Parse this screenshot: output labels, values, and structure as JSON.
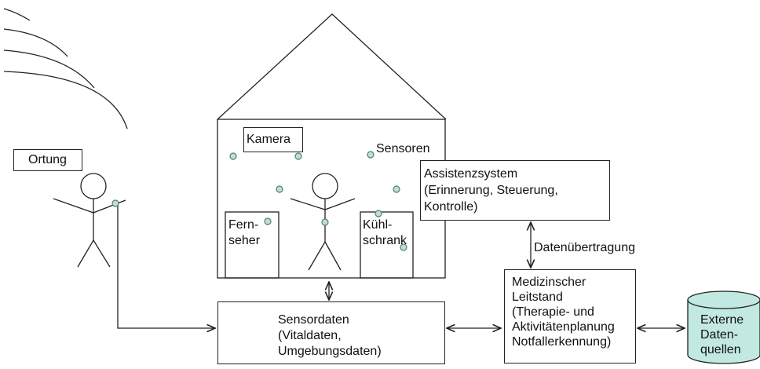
{
  "labels": {
    "ortung": "Ortung",
    "kamera": "Kamera",
    "sensoren": "Sensoren",
    "fernseher_1": "Fern-",
    "fernseher_2": "seher",
    "kuehlschrank_1": "Kühl-",
    "kuehlschrank_2": "schrank",
    "assistenz_1": "Assistenzsystem",
    "assistenz_2": "(Erinnerung, Steuerung,",
    "assistenz_3": "Kontrolle)",
    "datenuebertragung": "Datenübertragung",
    "sensordaten_1": "Sensordaten",
    "sensordaten_2": "(Vitaldaten,",
    "sensordaten_3": "Umgebungsdaten)",
    "leitstand_1": "Medizinscher",
    "leitstand_2": "Leitstand",
    "leitstand_3": "(Therapie- und",
    "leitstand_4": "Aktivitätenplanung",
    "leitstand_5": "Notfallerkennung)",
    "extern_1": "Externe",
    "extern_2": "Daten-",
    "extern_3": "quellen"
  },
  "colors": {
    "line": "#222222",
    "sensor_dot_fill": "#c3dcd6",
    "sensor_dot_stroke": "#4f7f74",
    "cylinder_fill": "#c2e8e2"
  }
}
